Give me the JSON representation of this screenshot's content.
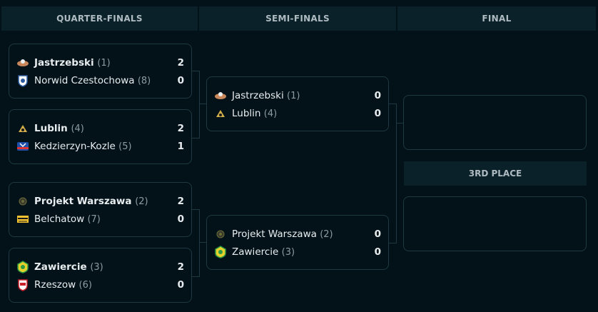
{
  "rounds": {
    "quarter_finals": "QUARTER-FINALS",
    "semi_finals": "SEMI-FINALS",
    "final": "FINAL",
    "third_place": "3RD PLACE"
  },
  "quarter_finals": [
    {
      "team1": {
        "name": "Jastrzebski",
        "seed": "(1)",
        "score": "2",
        "winner": true
      },
      "team2": {
        "name": "Norwid Czestochowa",
        "seed": "(8)",
        "score": "0",
        "winner": false
      }
    },
    {
      "team1": {
        "name": "Lublin",
        "seed": "(4)",
        "score": "2",
        "winner": true
      },
      "team2": {
        "name": "Kedzierzyn-Kozle",
        "seed": "(5)",
        "score": "1",
        "winner": false
      }
    },
    {
      "team1": {
        "name": "Projekt Warszawa",
        "seed": "(2)",
        "score": "2",
        "winner": true
      },
      "team2": {
        "name": "Belchatow",
        "seed": "(7)",
        "score": "0",
        "winner": false
      }
    },
    {
      "team1": {
        "name": "Zawiercie",
        "seed": "(3)",
        "score": "2",
        "winner": true
      },
      "team2": {
        "name": "Rzeszow",
        "seed": "(6)",
        "score": "0",
        "winner": false
      }
    }
  ],
  "semi_finals": [
    {
      "team1": {
        "name": "Jastrzebski",
        "seed": "(1)",
        "score": "0"
      },
      "team2": {
        "name": "Lublin",
        "seed": "(4)",
        "score": "0"
      }
    },
    {
      "team1": {
        "name": "Projekt Warszawa",
        "seed": "(2)",
        "score": "0"
      },
      "team2": {
        "name": "Zawiercie",
        "seed": "(3)",
        "score": "0"
      }
    }
  ],
  "colors": {
    "background": "#031219",
    "header_bg": "#0b2129",
    "border": "#1e3942",
    "text": "#e8edf0",
    "muted": "#8c9ba2"
  }
}
